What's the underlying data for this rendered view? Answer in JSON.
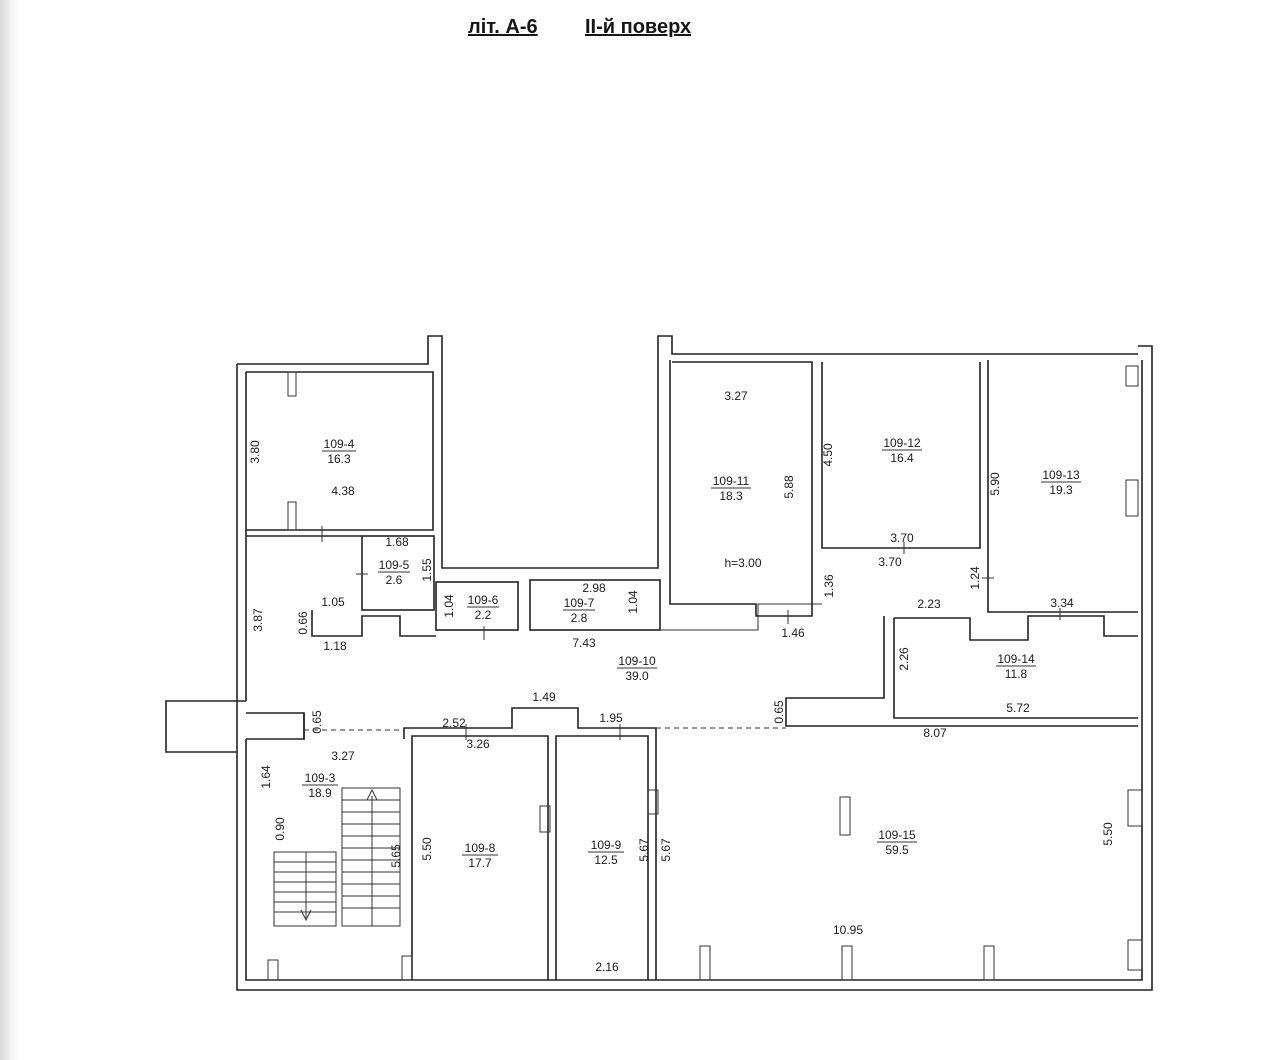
{
  "header": {
    "lit_label": "літ. А-6",
    "floor_label": "ІІ-й поверх"
  },
  "rooms": [
    {
      "id": "109-3",
      "area": "18.9"
    },
    {
      "id": "109-4",
      "area": "16.3"
    },
    {
      "id": "109-5",
      "area": "2.6"
    },
    {
      "id": "109-6",
      "area": "2.2"
    },
    {
      "id": "109-7",
      "area": "2.8"
    },
    {
      "id": "109-8",
      "area": "17.7"
    },
    {
      "id": "109-9",
      "area": "12.5"
    },
    {
      "id": "109-10",
      "area": "39.0"
    },
    {
      "id": "109-11",
      "area": "18.3"
    },
    {
      "id": "109-12",
      "area": "16.4"
    },
    {
      "id": "109-13",
      "area": "19.3"
    },
    {
      "id": "109-14",
      "area": "11.8"
    },
    {
      "id": "109-15",
      "area": "59.5"
    }
  ],
  "dimensions": {
    "d_3_80": "3.80",
    "d_4_38": "4.38",
    "d_1_68": "1.68",
    "d_1_55": "1.55",
    "d_1_05": "1.05",
    "d_3_87": "3.87",
    "d_0_66": "0.66",
    "d_1_18": "1.18",
    "d_1_04_a": "1.04",
    "d_2_98": "2.98",
    "d_1_04_b": "1.04",
    "d_7_43": "7.43",
    "d_3_27_top": "3.27",
    "d_5_88": "5.88",
    "d_h": "h=3.00",
    "d_1_46": "1.46",
    "d_4_50": "4.50",
    "d_3_70_a": "3.70",
    "d_3_70_b": "3.70",
    "d_1_36": "1.36",
    "d_5_90": "5.90",
    "d_1_24": "1.24",
    "d_2_23": "2.23",
    "d_3_34": "3.34",
    "d_2_26": "2.26",
    "d_5_72": "5.72",
    "d_8_07": "8.07",
    "d_0_65_a": "0.65",
    "d_0_65_b": "0.65",
    "d_1_49": "1.49",
    "d_2_52": "2.52",
    "d_3_26": "3.26",
    "d_1_95": "1.95",
    "d_3_27_stair": "3.27",
    "d_1_64": "1.64",
    "d_0_90": "0.90",
    "d_5_65": "5.65",
    "d_5_50_a": "5.50",
    "d_5_67_a": "5.67",
    "d_5_67_b": "5.67",
    "d_5_50_b": "5.50",
    "d_10_95": "10.95",
    "d_2_16": "2.16"
  }
}
